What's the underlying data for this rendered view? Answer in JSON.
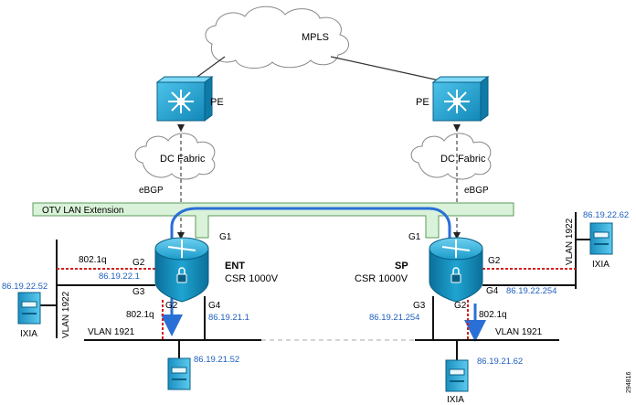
{
  "cloud_mpls": "MPLS",
  "cloud_dc_left": "DC Fabric",
  "cloud_dc_right": "DC Fabric",
  "pe_left": "PE",
  "pe_right": "PE",
  "ebgp_left": "eBGP",
  "ebgp_right": "eBGP",
  "otv_label": "OTV LAN Extension",
  "ent": {
    "name": "ENT",
    "model": "CSR 1000V",
    "g1": "G1",
    "g2_left": "G2",
    "g2_bottom": "G2",
    "g3": "G3",
    "g4": "G4",
    "dot1q_left": "802.1q",
    "dot1q_bottom": "802.1q",
    "ip_g2": "86.19.22.1",
    "ip_g4": "86.19.21.1"
  },
  "sp": {
    "name": "SP",
    "model": "CSR 1000V",
    "g1": "G1",
    "g2_right": "G2",
    "g2_bottom": "G2",
    "g3": "G3",
    "g4": "G4",
    "dot1q_bottom": "802.1q",
    "ip_g4": "86.19.22.254",
    "ip_g3": "86.19.21.254"
  },
  "left": {
    "vlan_vertical": "VLAN 1922",
    "vlan_horizontal": "VLAN 1921",
    "ixia_label": "IXIA",
    "ixia_ip": "86.19.22.52",
    "host_ip": "86.19.21.52"
  },
  "right": {
    "vlan_vertical": "VLAN 1922",
    "vlan_horizontal": "VLAN 1921",
    "ixia_top_label": "IXIA",
    "ixia_top_ip": "86.19.22.62",
    "ixia_bottom_label": "IXIA",
    "host_ip": "86.19.21.62"
  },
  "figure_id": "294816",
  "colors": {
    "router_blue": "#1aa5d6",
    "otv_green": "#d9f2d9",
    "flow_blue": "#2a6fd6",
    "dot_red": "#d32020",
    "ip_blue": "#1f5fbf"
  }
}
